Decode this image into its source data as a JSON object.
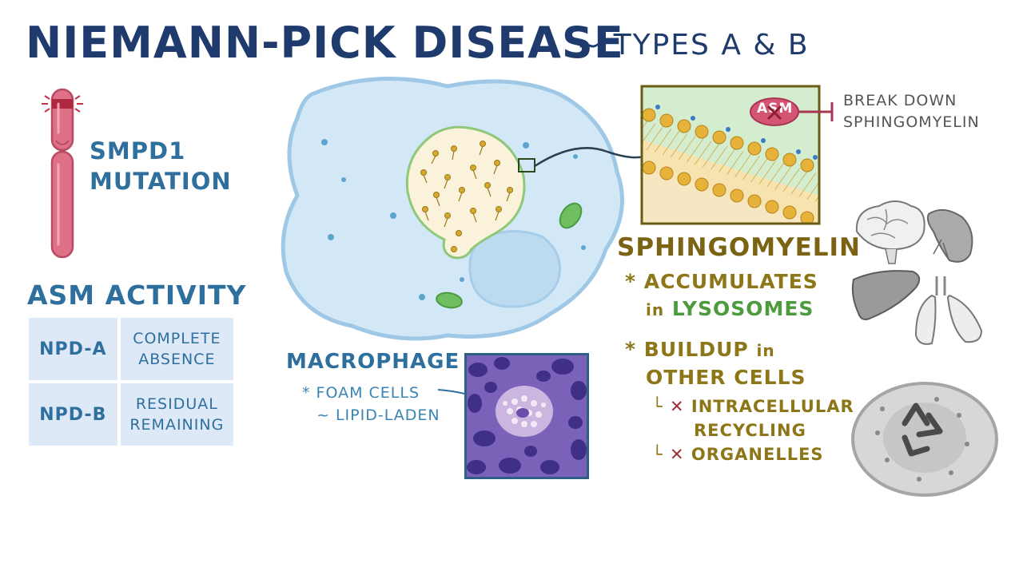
{
  "title": {
    "main": "NIEMANN-PICK DISEASE",
    "sub": "~ TYPES A & B"
  },
  "gene": {
    "line1": "SMPD1",
    "line2": "MUTATION"
  },
  "asm_activity": {
    "heading": "ASM ACTIVITY",
    "rows": [
      {
        "type": "NPD-A",
        "desc_line1": "COMPLETE",
        "desc_line2": "ABSENCE"
      },
      {
        "type": "NPD-B",
        "desc_line1": "RESIDUAL",
        "desc_line2": "REMAINING"
      }
    ]
  },
  "macrophage": {
    "label": "MACROPHAGE",
    "note1": "* FOAM CELLS",
    "note2": "~ LIPID-LADEN"
  },
  "membrane_inset": {
    "enzyme_label": "ASM",
    "action_line1": "BREAK DOWN",
    "action_line2": "SPHINGOMYELIN"
  },
  "sphingomyelin": {
    "title": "SPHINGOMYELIN",
    "bullet1_line1": "* ACCUMULATES",
    "bullet1_in": "in",
    "bullet1_word": "LYSOSOMES",
    "bullet2_line1_a": "* BUILDUP",
    "bullet2_line1_b": "in",
    "bullet2_line2": "OTHER CELLS",
    "sub1_line1": "INTRACELLULAR",
    "sub1_line2": "RECYCLING",
    "sub2": "ORGANELLES"
  },
  "colors": {
    "title": "#1f3b6e",
    "accent_blue": "#2e6f9e",
    "olive": "#8d7617",
    "green": "#4d9b3c",
    "cell_blue": "#cfe5f5",
    "chromosome": "#d9667f",
    "x_mark": "#a0303a"
  },
  "icons": [
    "chromosome-icon",
    "macrophage-cell-icon",
    "lysosome-icon",
    "membrane-bilayer-icon",
    "brain-icon",
    "spleen-icon",
    "liver-icon",
    "lungs-icon",
    "recycle-cell-icon",
    "x-icon"
  ]
}
